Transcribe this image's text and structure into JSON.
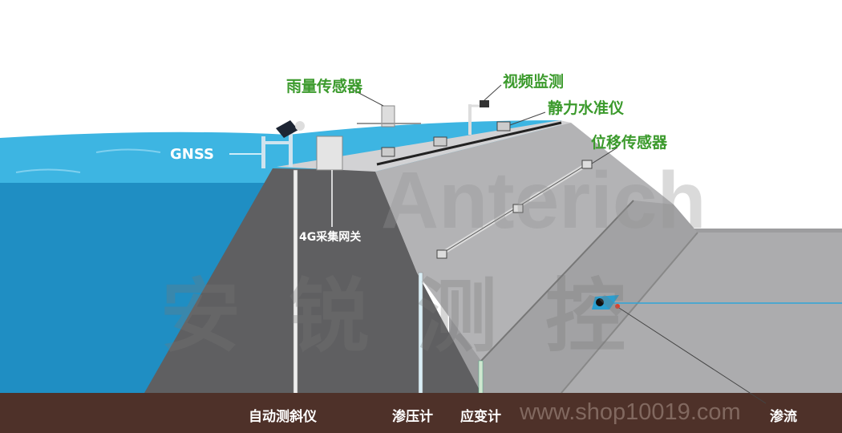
{
  "title": "Dam safety monitoring diagram",
  "colors": {
    "label_green": "#3b9a2c",
    "water_light": "#3db5e2",
    "water_deep": "#1f8ec3",
    "ground": "#4e3129",
    "dam_dark": "#5f5f61",
    "dam_light": "#a9a9ab"
  },
  "labels": {
    "rain_sensor": "雨量传感器",
    "video": "视频监测",
    "static_level": "静力水准仪",
    "displacement": "位移传感器",
    "gnss": "GNSS",
    "gateway": "4G采集网关",
    "inclinometer": "自动测斜仪",
    "piezometer": "渗压计",
    "strain_gauge": "应变计",
    "seepage": "渗流"
  },
  "watermark": {
    "logo": "Anterich",
    "cn": "安锐测控",
    "url": "www.shop10019.com"
  }
}
